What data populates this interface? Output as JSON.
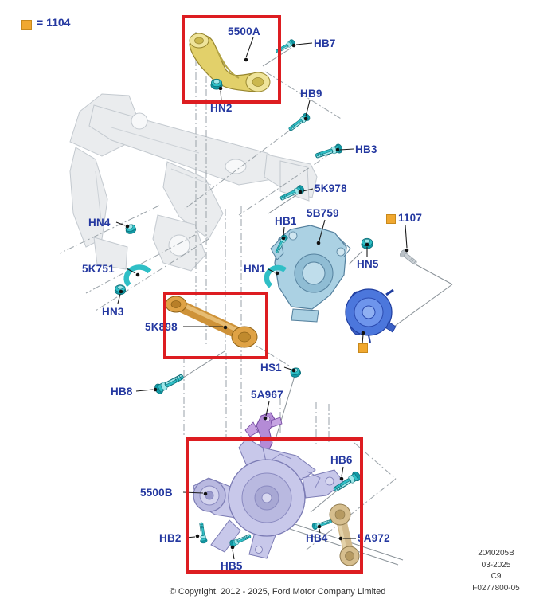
{
  "legend": {
    "label": "= 1104"
  },
  "callouts": [
    {
      "id": "5500A",
      "text": "5500A"
    },
    {
      "id": "HB7",
      "text": "HB7"
    },
    {
      "id": "HN2",
      "text": "HN2"
    },
    {
      "id": "HB9",
      "text": "HB9"
    },
    {
      "id": "HB3",
      "text": "HB3"
    },
    {
      "id": "5K978",
      "text": "5K978"
    },
    {
      "id": "HB1",
      "text": "HB1"
    },
    {
      "id": "5B759",
      "text": "5B759"
    },
    {
      "id": "1107",
      "text": "1107"
    },
    {
      "id": "HN4",
      "text": "HN4"
    },
    {
      "id": "HN5",
      "text": "HN5"
    },
    {
      "id": "5K751",
      "text": "5K751"
    },
    {
      "id": "HN1",
      "text": "HN1"
    },
    {
      "id": "HN3",
      "text": "HN3"
    },
    {
      "id": "5K898",
      "text": "5K898"
    },
    {
      "id": "HS1",
      "text": "HS1"
    },
    {
      "id": "5A967",
      "text": "5A967"
    },
    {
      "id": "HB8",
      "text": "HB8"
    },
    {
      "id": "HB6",
      "text": "HB6"
    },
    {
      "id": "5500B",
      "text": "5500B"
    },
    {
      "id": "HB2",
      "text": "HB2"
    },
    {
      "id": "HB4",
      "text": "HB4"
    },
    {
      "id": "5A972",
      "text": "5A972"
    },
    {
      "id": "HB5",
      "text": "HB5"
    }
  ],
  "footer": {
    "doc_number": "2040205B",
    "date": "03-2025",
    "revision": "C9",
    "figure_number": "F0277800-05",
    "copyright": "© Copyright, 2012 - 2025, Ford Motor Company Limited"
  },
  "colors": {
    "label_blue": "#2438A0",
    "highlight_red": "#DD1D21",
    "legend_orange": "#F0A830",
    "fastener_teal": "#2FBFC6",
    "fastener_teal_dark": "#129AA6",
    "arm_yellow": "#E2D06A",
    "link_gold": "#CE9238",
    "knuckle_blue": "#ABD1E3",
    "hub_blue": "#4C77DC",
    "knuckle_lavender": "#C8C8EA",
    "link_tan": "#D2BA8C",
    "bracket_purple": "#B48BD6",
    "subframe_grey": "#EAECEE",
    "line_grey": "#9AA2A8",
    "footer_text": "#3A3A3A"
  }
}
